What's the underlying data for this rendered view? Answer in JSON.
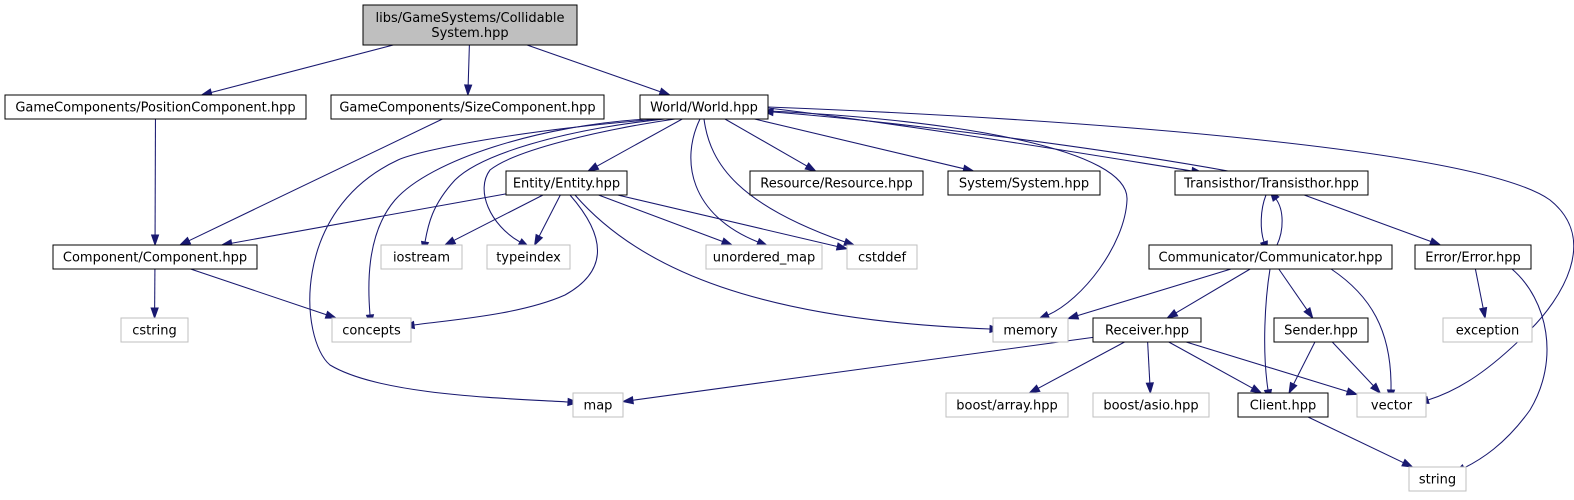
{
  "diagram": {
    "colors": {
      "edge": "#191970",
      "root_fill": "#bfbfbf",
      "local_border": "#000000",
      "external_border": "#bfbfbf"
    },
    "nodes": [
      {
        "id": "root",
        "label": "libs/GameSystems/Collidable\nSystem.hpp",
        "kind": "root"
      },
      {
        "id": "pos",
        "label": "GameComponents/PositionComponent.hpp",
        "kind": "local"
      },
      {
        "id": "size",
        "label": "GameComponents/SizeComponent.hpp",
        "kind": "local"
      },
      {
        "id": "world",
        "label": "World/World.hpp",
        "kind": "local"
      },
      {
        "id": "comp",
        "label": "Component/Component.hpp",
        "kind": "local"
      },
      {
        "id": "cstring",
        "label": "cstring",
        "kind": "external"
      },
      {
        "id": "concepts",
        "label": "concepts",
        "kind": "external"
      },
      {
        "id": "entity",
        "label": "Entity/Entity.hpp",
        "kind": "local"
      },
      {
        "id": "iostream",
        "label": "iostream",
        "kind": "external"
      },
      {
        "id": "typeindex",
        "label": "typeindex",
        "kind": "external"
      },
      {
        "id": "umap",
        "label": "unordered_map",
        "kind": "external"
      },
      {
        "id": "cstddef",
        "label": "cstddef",
        "kind": "external"
      },
      {
        "id": "resource",
        "label": "Resource/Resource.hpp",
        "kind": "local"
      },
      {
        "id": "system",
        "label": "System/System.hpp",
        "kind": "local"
      },
      {
        "id": "trans",
        "label": "Transisthor/Transisthor.hpp",
        "kind": "local"
      },
      {
        "id": "comm",
        "label": "Communicator/Communicator.hpp",
        "kind": "local"
      },
      {
        "id": "error",
        "label": "Error/Error.hpp",
        "kind": "local"
      },
      {
        "id": "memory",
        "label": "memory",
        "kind": "external"
      },
      {
        "id": "receiver",
        "label": "Receiver.hpp",
        "kind": "local"
      },
      {
        "id": "sender",
        "label": "Sender.hpp",
        "kind": "local"
      },
      {
        "id": "exception",
        "label": "exception",
        "kind": "external"
      },
      {
        "id": "map",
        "label": "map",
        "kind": "external"
      },
      {
        "id": "barray",
        "label": "boost/array.hpp",
        "kind": "external"
      },
      {
        "id": "basio",
        "label": "boost/asio.hpp",
        "kind": "external"
      },
      {
        "id": "client",
        "label": "Client.hpp",
        "kind": "local"
      },
      {
        "id": "vector",
        "label": "vector",
        "kind": "external"
      },
      {
        "id": "string",
        "label": "string",
        "kind": "external"
      }
    ],
    "edges": [
      [
        "root",
        "pos"
      ],
      [
        "root",
        "size"
      ],
      [
        "root",
        "world"
      ],
      [
        "pos",
        "comp"
      ],
      [
        "size",
        "comp"
      ],
      [
        "world",
        "entity"
      ],
      [
        "world",
        "resource"
      ],
      [
        "world",
        "system"
      ],
      [
        "world",
        "trans"
      ],
      [
        "world",
        "iostream"
      ],
      [
        "world",
        "typeindex"
      ],
      [
        "world",
        "umap"
      ],
      [
        "world",
        "cstddef"
      ],
      [
        "world",
        "concepts"
      ],
      [
        "world",
        "map"
      ],
      [
        "world",
        "memory"
      ],
      [
        "world",
        "vector"
      ],
      [
        "comp",
        "cstring"
      ],
      [
        "comp",
        "concepts"
      ],
      [
        "entity",
        "comp"
      ],
      [
        "entity",
        "iostream"
      ],
      [
        "entity",
        "typeindex"
      ],
      [
        "entity",
        "umap"
      ],
      [
        "entity",
        "cstddef"
      ],
      [
        "entity",
        "concepts"
      ],
      [
        "entity",
        "memory"
      ],
      [
        "trans",
        "world"
      ],
      [
        "trans",
        "comm"
      ],
      [
        "trans",
        "error"
      ],
      [
        "comm",
        "trans"
      ],
      [
        "comm",
        "memory"
      ],
      [
        "comm",
        "receiver"
      ],
      [
        "comm",
        "sender"
      ],
      [
        "comm",
        "client"
      ],
      [
        "comm",
        "vector"
      ],
      [
        "error",
        "exception"
      ],
      [
        "error",
        "string"
      ],
      [
        "receiver",
        "map"
      ],
      [
        "receiver",
        "barray"
      ],
      [
        "receiver",
        "basio"
      ],
      [
        "receiver",
        "client"
      ],
      [
        "receiver",
        "vector"
      ],
      [
        "sender",
        "client"
      ],
      [
        "sender",
        "vector"
      ],
      [
        "client",
        "string"
      ]
    ]
  }
}
